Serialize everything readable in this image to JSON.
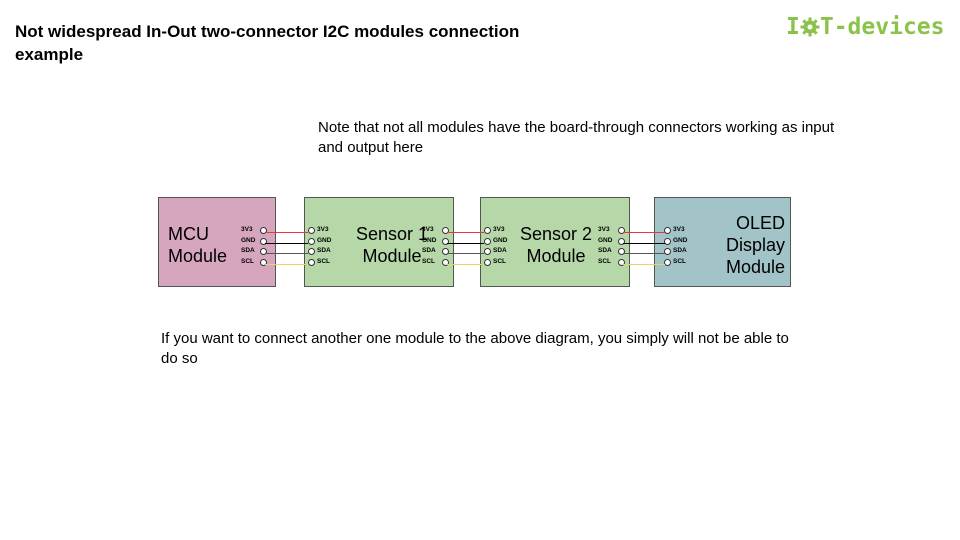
{
  "title": "Not widespread In-Out two-connector I2C modules connection example",
  "logo": {
    "text_left": "I",
    "text_right": "T-devices",
    "icon": "gear-icon",
    "color": "#8bc34a"
  },
  "note": "Note that not all modules have the board-through connectors working as input and output here",
  "footer": "If you want to connect another one module to the above diagram, you simply will not be able to do so",
  "pins": [
    "3V3",
    "GND",
    "SDA",
    "SCL"
  ],
  "wire_colors": {
    "3V3": "#e53935",
    "GND": "#000000",
    "SDA": "#555555",
    "SCL": "#e6d36a"
  },
  "modules": [
    {
      "id": "mcu",
      "line1": "MCU",
      "line2": "Module",
      "color": "#d5a6bd"
    },
    {
      "id": "sensor1",
      "line1": "Sensor 1",
      "line2": "Module",
      "color": "#b6d7a8"
    },
    {
      "id": "sensor2",
      "line1": "Sensor 2",
      "line2": "Module",
      "color": "#b6d7a8"
    },
    {
      "id": "oled",
      "line1": "OLED",
      "line2": "Display",
      "line3": "Module",
      "color": "#a2c4c9"
    }
  ]
}
